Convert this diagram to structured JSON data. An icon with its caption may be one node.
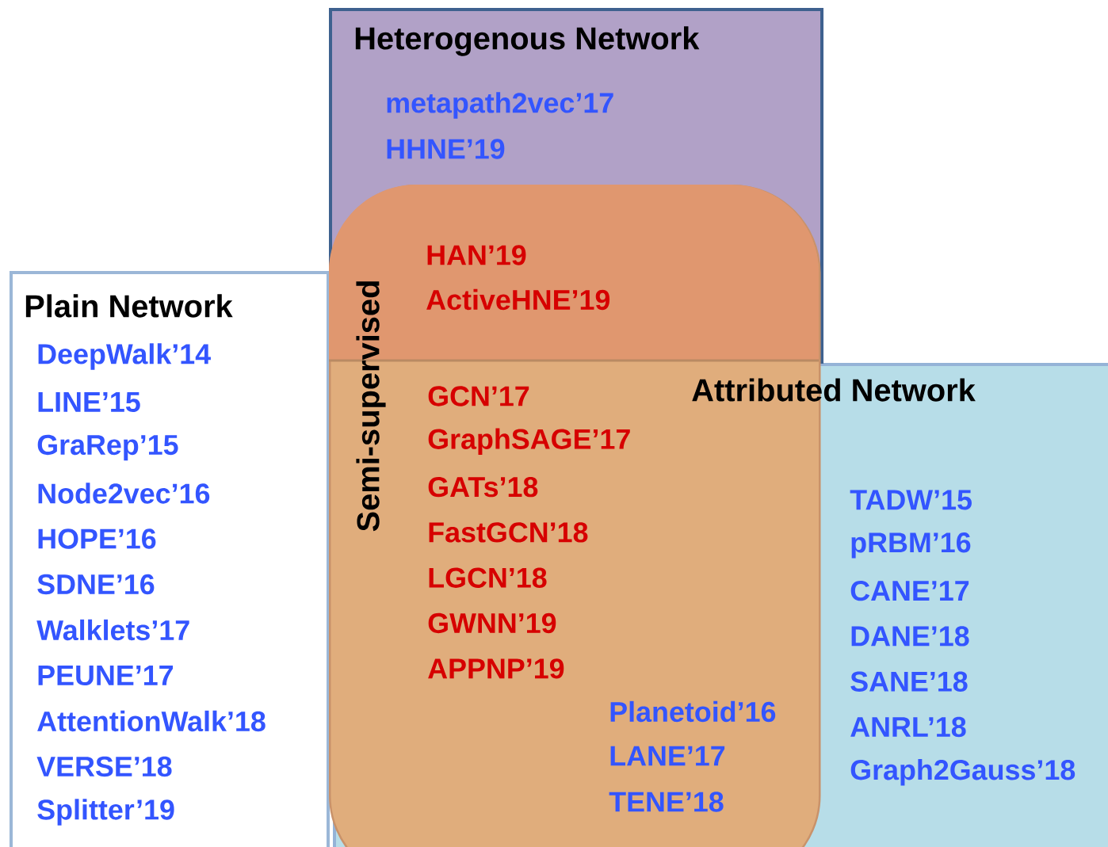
{
  "diagram": {
    "nodes": [
      {
        "text": [
          "Heterogenous Network",
          "metapath2vec’17",
          "HHNE’19"
        ]
      },
      {
        "text": [
          "Semi-supervised",
          "GCN’17",
          "GraphSAGE’17",
          "GATs’18",
          "FastGCN’18",
          "LGCN’18",
          "GWNN’19",
          "APPNP’19",
          "Planetoid’16",
          "LANE’17",
          "TENE’18"
        ]
      },
      {
        "text": [
          "Plain Network",
          "DeepWalk’14",
          "LINE’15",
          "GraRep’15",
          "Node2vec’16",
          "HOPE’16",
          "SDNE’16",
          "Walklets’17",
          "PEUNE’17",
          "AttentionWalk’18",
          "VERSE’18",
          "Splitter’19"
        ]
      },
      {
        "text": [
          "Attributed Network",
          "TADW’15",
          "pRBM’16",
          "CANE’17",
          "DANE’18",
          "SANE’18",
          "ANRL’18",
          "Graph2Gauss’18"
        ]
      },
      {
        "text": [
          "HAN’19",
          "ActiveHNE’19"
        ]
      }
    ]
  }
}
